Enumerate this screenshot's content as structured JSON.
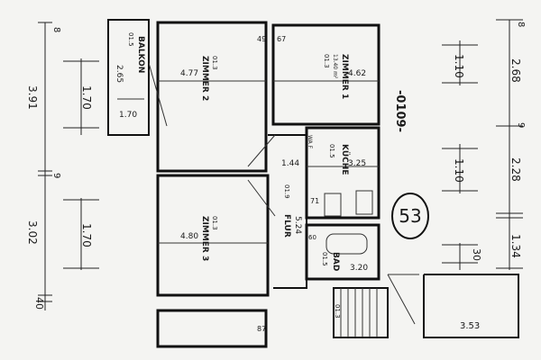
{
  "apartment_number": "53",
  "orientation_label": "-0109-",
  "rooms": [
    {
      "id": "balkon",
      "name": "BALKON",
      "code": "01.5",
      "area": "2.65",
      "width": "1.70"
    },
    {
      "id": "zimmer2",
      "name": "ZIMMER 2",
      "code": "01.3",
      "area": "4.77"
    },
    {
      "id": "zimmer1",
      "name": "ZIMMER 1",
      "code": "01.3",
      "area": "4.62",
      "sub": "13.40 m²"
    },
    {
      "id": "kueche",
      "name": "KÜCHE",
      "code": "01.5",
      "area": "3.25"
    },
    {
      "id": "zimmer3",
      "name": "ZIMMER 3",
      "code": "01.3",
      "area": "4.80"
    },
    {
      "id": "flur",
      "name": "FLUR",
      "code": "01.9",
      "area": "5.24"
    },
    {
      "id": "bad",
      "name": "BAD",
      "code": "01.5",
      "area": "3.20"
    }
  ],
  "notes": {
    "flur_width": "1.44",
    "kitchen_counter": "71",
    "bath_small": "60",
    "stair_code": "01.3",
    "corner_49": "49",
    "corner_67": "67",
    "corner_87": "87",
    "kueche_sub": "WA F"
  },
  "dimensions_left": {
    "outer_top": "8",
    "outer_total_upper": "3.91",
    "outer_mid": "9",
    "outer_total_lower": "3.02",
    "outer_bottom": "40",
    "inner_upper": "1.70",
    "inner_lower": "1.70"
  },
  "dimensions_right": {
    "outer_top": "8",
    "outer_upper": "2.68",
    "outer_mid": "9",
    "outer_middle": "2.28",
    "outer_lower": "1.34",
    "inner_upper": "1.10",
    "inner_middle": "1.10",
    "inner_lower": "30"
  },
  "bottom_dimension": "3.53"
}
